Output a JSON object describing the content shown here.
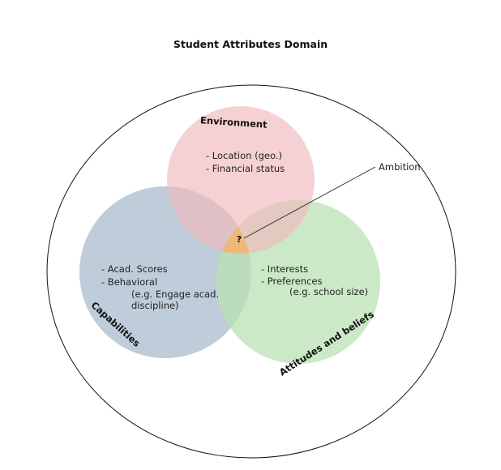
{
  "title": "Student Attributes Domain",
  "sets": {
    "environment": {
      "label": "Environment",
      "items": [
        "- Location (geo.)",
        "- Financial status"
      ],
      "color": "#f0b9bd"
    },
    "capabilities": {
      "label": "Capabilities",
      "items": [
        "- Acad. Scores",
        "- Behavioral",
        "(e.g. Engage acad.",
        "discipline)"
      ],
      "color": "#a9bccd"
    },
    "attitudes": {
      "label": "Attitudes and beliefs",
      "items": [
        "- Interests",
        "- Preferences",
        "(e.g. school size)"
      ],
      "color": "#b9e1b3"
    }
  },
  "intersection": {
    "mark": "?",
    "color": "#f0b77a"
  },
  "callout": {
    "label": "Ambition"
  }
}
